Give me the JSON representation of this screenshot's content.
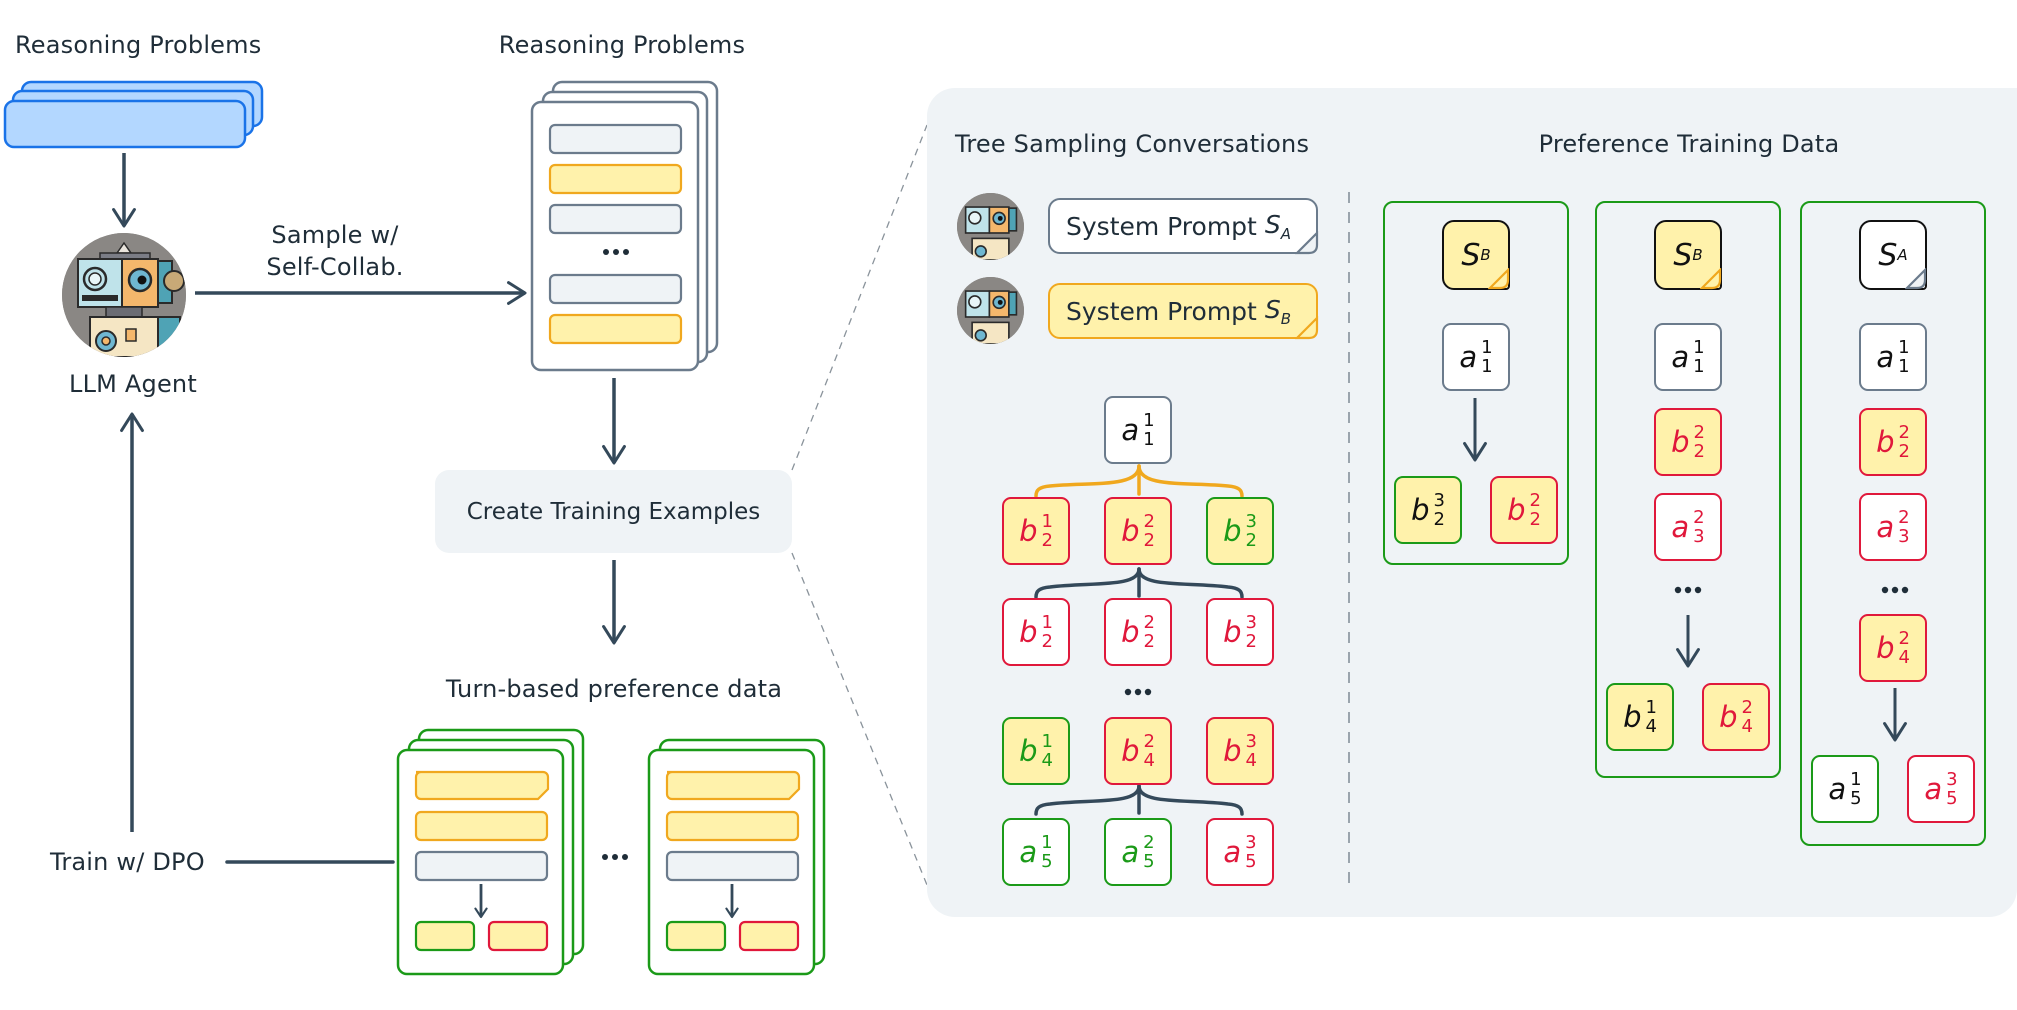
{
  "left": {
    "problems_title": "Reasoning Problems",
    "agent_label": "LLM Agent",
    "sample_label_line1": "Sample w/",
    "sample_label_line2": "Self-Collab.",
    "train_label": "Train w/ DPO",
    "avatar_icon": "robot-avatar-icon"
  },
  "middle": {
    "problems_title": "Reasoning Problems",
    "process_label": "Create Training Examples",
    "preference_title": "Turn-based preference data",
    "ellipsis": "•••"
  },
  "panel": {
    "tree_title": "Tree Sampling Conversations",
    "pref_title": "Preference Training Data",
    "prompts": [
      {
        "label": "System Prompt",
        "symbol": "S",
        "sub": "A",
        "style": "white"
      },
      {
        "label": "System Prompt",
        "symbol": "S",
        "sub": "B",
        "style": "yellow"
      }
    ],
    "tree": {
      "root": {
        "v": "a",
        "sup": "1",
        "sub": "1",
        "text": "black",
        "border": "gray",
        "fill": "white"
      },
      "level2": [
        {
          "v": "b",
          "sup": "1",
          "sub": "2",
          "text": "red",
          "border": "red",
          "fill": "yellow"
        },
        {
          "v": "b",
          "sup": "2",
          "sub": "2",
          "text": "red",
          "border": "red",
          "fill": "yellow"
        },
        {
          "v": "b",
          "sup": "3",
          "sub": "2",
          "text": "green",
          "border": "green",
          "fill": "yellow"
        }
      ],
      "level3": [
        {
          "v": "b",
          "sup": "1",
          "sub": "2",
          "text": "red",
          "border": "red",
          "fill": "white"
        },
        {
          "v": "b",
          "sup": "2",
          "sub": "2",
          "text": "red",
          "border": "red",
          "fill": "white"
        },
        {
          "v": "b",
          "sup": "3",
          "sub": "2",
          "text": "red",
          "border": "red",
          "fill": "white"
        }
      ],
      "level4": [
        {
          "v": "b",
          "sup": "1",
          "sub": "4",
          "text": "green",
          "border": "green",
          "fill": "yellow"
        },
        {
          "v": "b",
          "sup": "2",
          "sub": "4",
          "text": "red",
          "border": "red",
          "fill": "yellow"
        },
        {
          "v": "b",
          "sup": "3",
          "sub": "4",
          "text": "red",
          "border": "red",
          "fill": "yellow"
        }
      ],
      "level5": [
        {
          "v": "a",
          "sup": "1",
          "sub": "5",
          "text": "green",
          "border": "green",
          "fill": "white"
        },
        {
          "v": "a",
          "sup": "2",
          "sub": "5",
          "text": "green",
          "border": "green",
          "fill": "white"
        },
        {
          "v": "a",
          "sup": "3",
          "sub": "5",
          "text": "red",
          "border": "red",
          "fill": "white"
        }
      ]
    },
    "pref_columns": [
      {
        "system": {
          "symbol": "S",
          "sub": "B",
          "style": "yellow"
        },
        "context": [
          {
            "v": "a",
            "sup": "1",
            "sub": "1",
            "text": "black",
            "border": "gray",
            "fill": "white"
          }
        ],
        "has_ellipsis": false,
        "chosen": {
          "v": "b",
          "sup": "3",
          "sub": "2",
          "text": "black",
          "border": "green",
          "fill": "yellow"
        },
        "rejected": {
          "v": "b",
          "sup": "2",
          "sub": "2",
          "text": "red",
          "border": "red",
          "fill": "yellow"
        }
      },
      {
        "system": {
          "symbol": "S",
          "sub": "B",
          "style": "yellow"
        },
        "context": [
          {
            "v": "a",
            "sup": "1",
            "sub": "1",
            "text": "black",
            "border": "gray",
            "fill": "white"
          },
          {
            "v": "b",
            "sup": "2",
            "sub": "2",
            "text": "red",
            "border": "red",
            "fill": "yellow"
          },
          {
            "v": "a",
            "sup": "2",
            "sub": "3",
            "text": "red",
            "border": "red",
            "fill": "white"
          }
        ],
        "has_ellipsis": true,
        "chosen": {
          "v": "b",
          "sup": "1",
          "sub": "4",
          "text": "black",
          "border": "green",
          "fill": "yellow"
        },
        "rejected": {
          "v": "b",
          "sup": "2",
          "sub": "4",
          "text": "red",
          "border": "red",
          "fill": "yellow"
        }
      },
      {
        "system": {
          "symbol": "S",
          "sub": "A",
          "style": "white"
        },
        "context": [
          {
            "v": "a",
            "sup": "1",
            "sub": "1",
            "text": "black",
            "border": "gray",
            "fill": "white"
          },
          {
            "v": "b",
            "sup": "2",
            "sub": "2",
            "text": "red",
            "border": "red",
            "fill": "yellow"
          },
          {
            "v": "a",
            "sup": "2",
            "sub": "3",
            "text": "red",
            "border": "red",
            "fill": "white"
          }
        ],
        "has_ellipsis": true,
        "tail": {
          "v": "b",
          "sup": "2",
          "sub": "4",
          "text": "red",
          "border": "red",
          "fill": "yellow"
        },
        "chosen": {
          "v": "a",
          "sup": "1",
          "sub": "5",
          "text": "black",
          "border": "green",
          "fill": "white"
        },
        "rejected": {
          "v": "a",
          "sup": "3",
          "sub": "5",
          "text": "red",
          "border": "red",
          "fill": "white"
        }
      }
    ]
  },
  "colors": {
    "ink": "#1f2d38",
    "arrow": "#34495a",
    "panel_bg": "#eff3f6",
    "blue_fill": "#b3d7ff",
    "blue_border": "#1a73e8",
    "yellow_fill": "#fff2ab",
    "amber": "#f0a81e",
    "green": "#1b9a18",
    "red": "#e0183b",
    "gray_border": "#6b7b8c"
  }
}
